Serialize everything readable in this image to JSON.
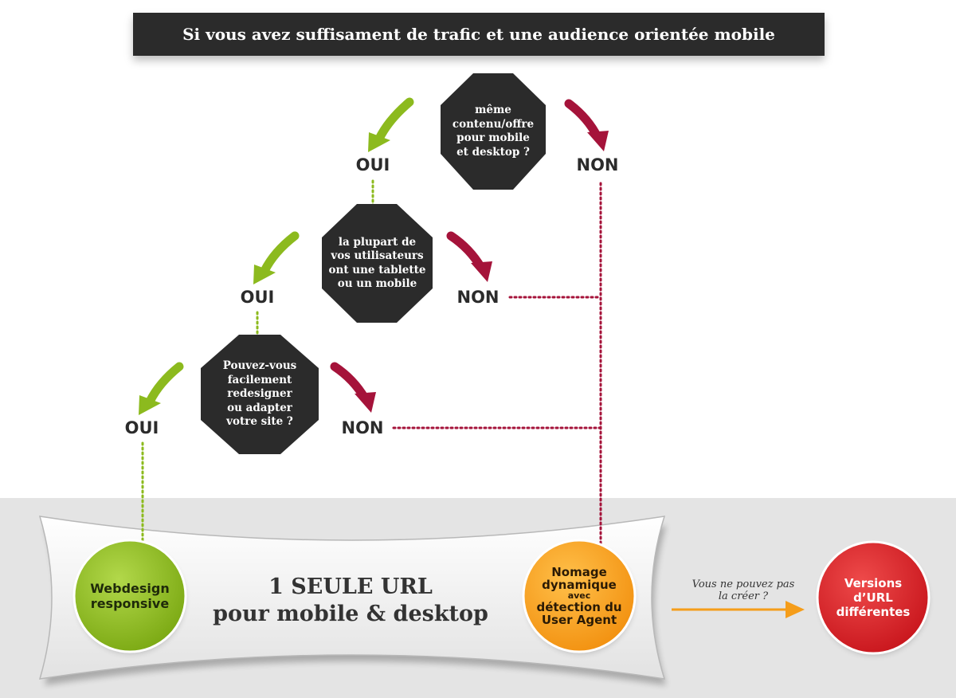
{
  "title": "Si vous avez suffisament de trafic et une audience orientée mobile",
  "questions": [
    {
      "text": "même\ncontenu/offre\npour mobile\net desktop ?"
    },
    {
      "text": "la plupart de\nvos utilisateurs\nont une tablette\nou un mobile"
    },
    {
      "text": "Pouvez-vous\nfacilement\nredesigner\nou adapter\nvotre site ?"
    }
  ],
  "answers": {
    "yes": "OUI",
    "no": "NON"
  },
  "banner": {
    "line1": "1 SEULE URL",
    "line2": "pour mobile & desktop"
  },
  "outcomes": {
    "responsive": {
      "line1": "Webdesign",
      "line2": "responsive",
      "color": "#8cba1e"
    },
    "dynamic": {
      "line1": "Nomage",
      "line2": "dynamique",
      "line3": "avec",
      "line4": "détection du",
      "line5": "User Agent",
      "color": "#f7a21b"
    },
    "separate": {
      "line1": "Versions",
      "line2": "d’URL",
      "line3": "différentes",
      "color": "#d9262c"
    }
  },
  "note": {
    "line1": "Vous ne pouvez pas",
    "line2": "la créer ?"
  },
  "colors": {
    "dark": "#2b2b2b",
    "green": "#8cba1e",
    "red": "#a5133a",
    "orange": "#f59d1a",
    "band": "#e4e4e4"
  }
}
